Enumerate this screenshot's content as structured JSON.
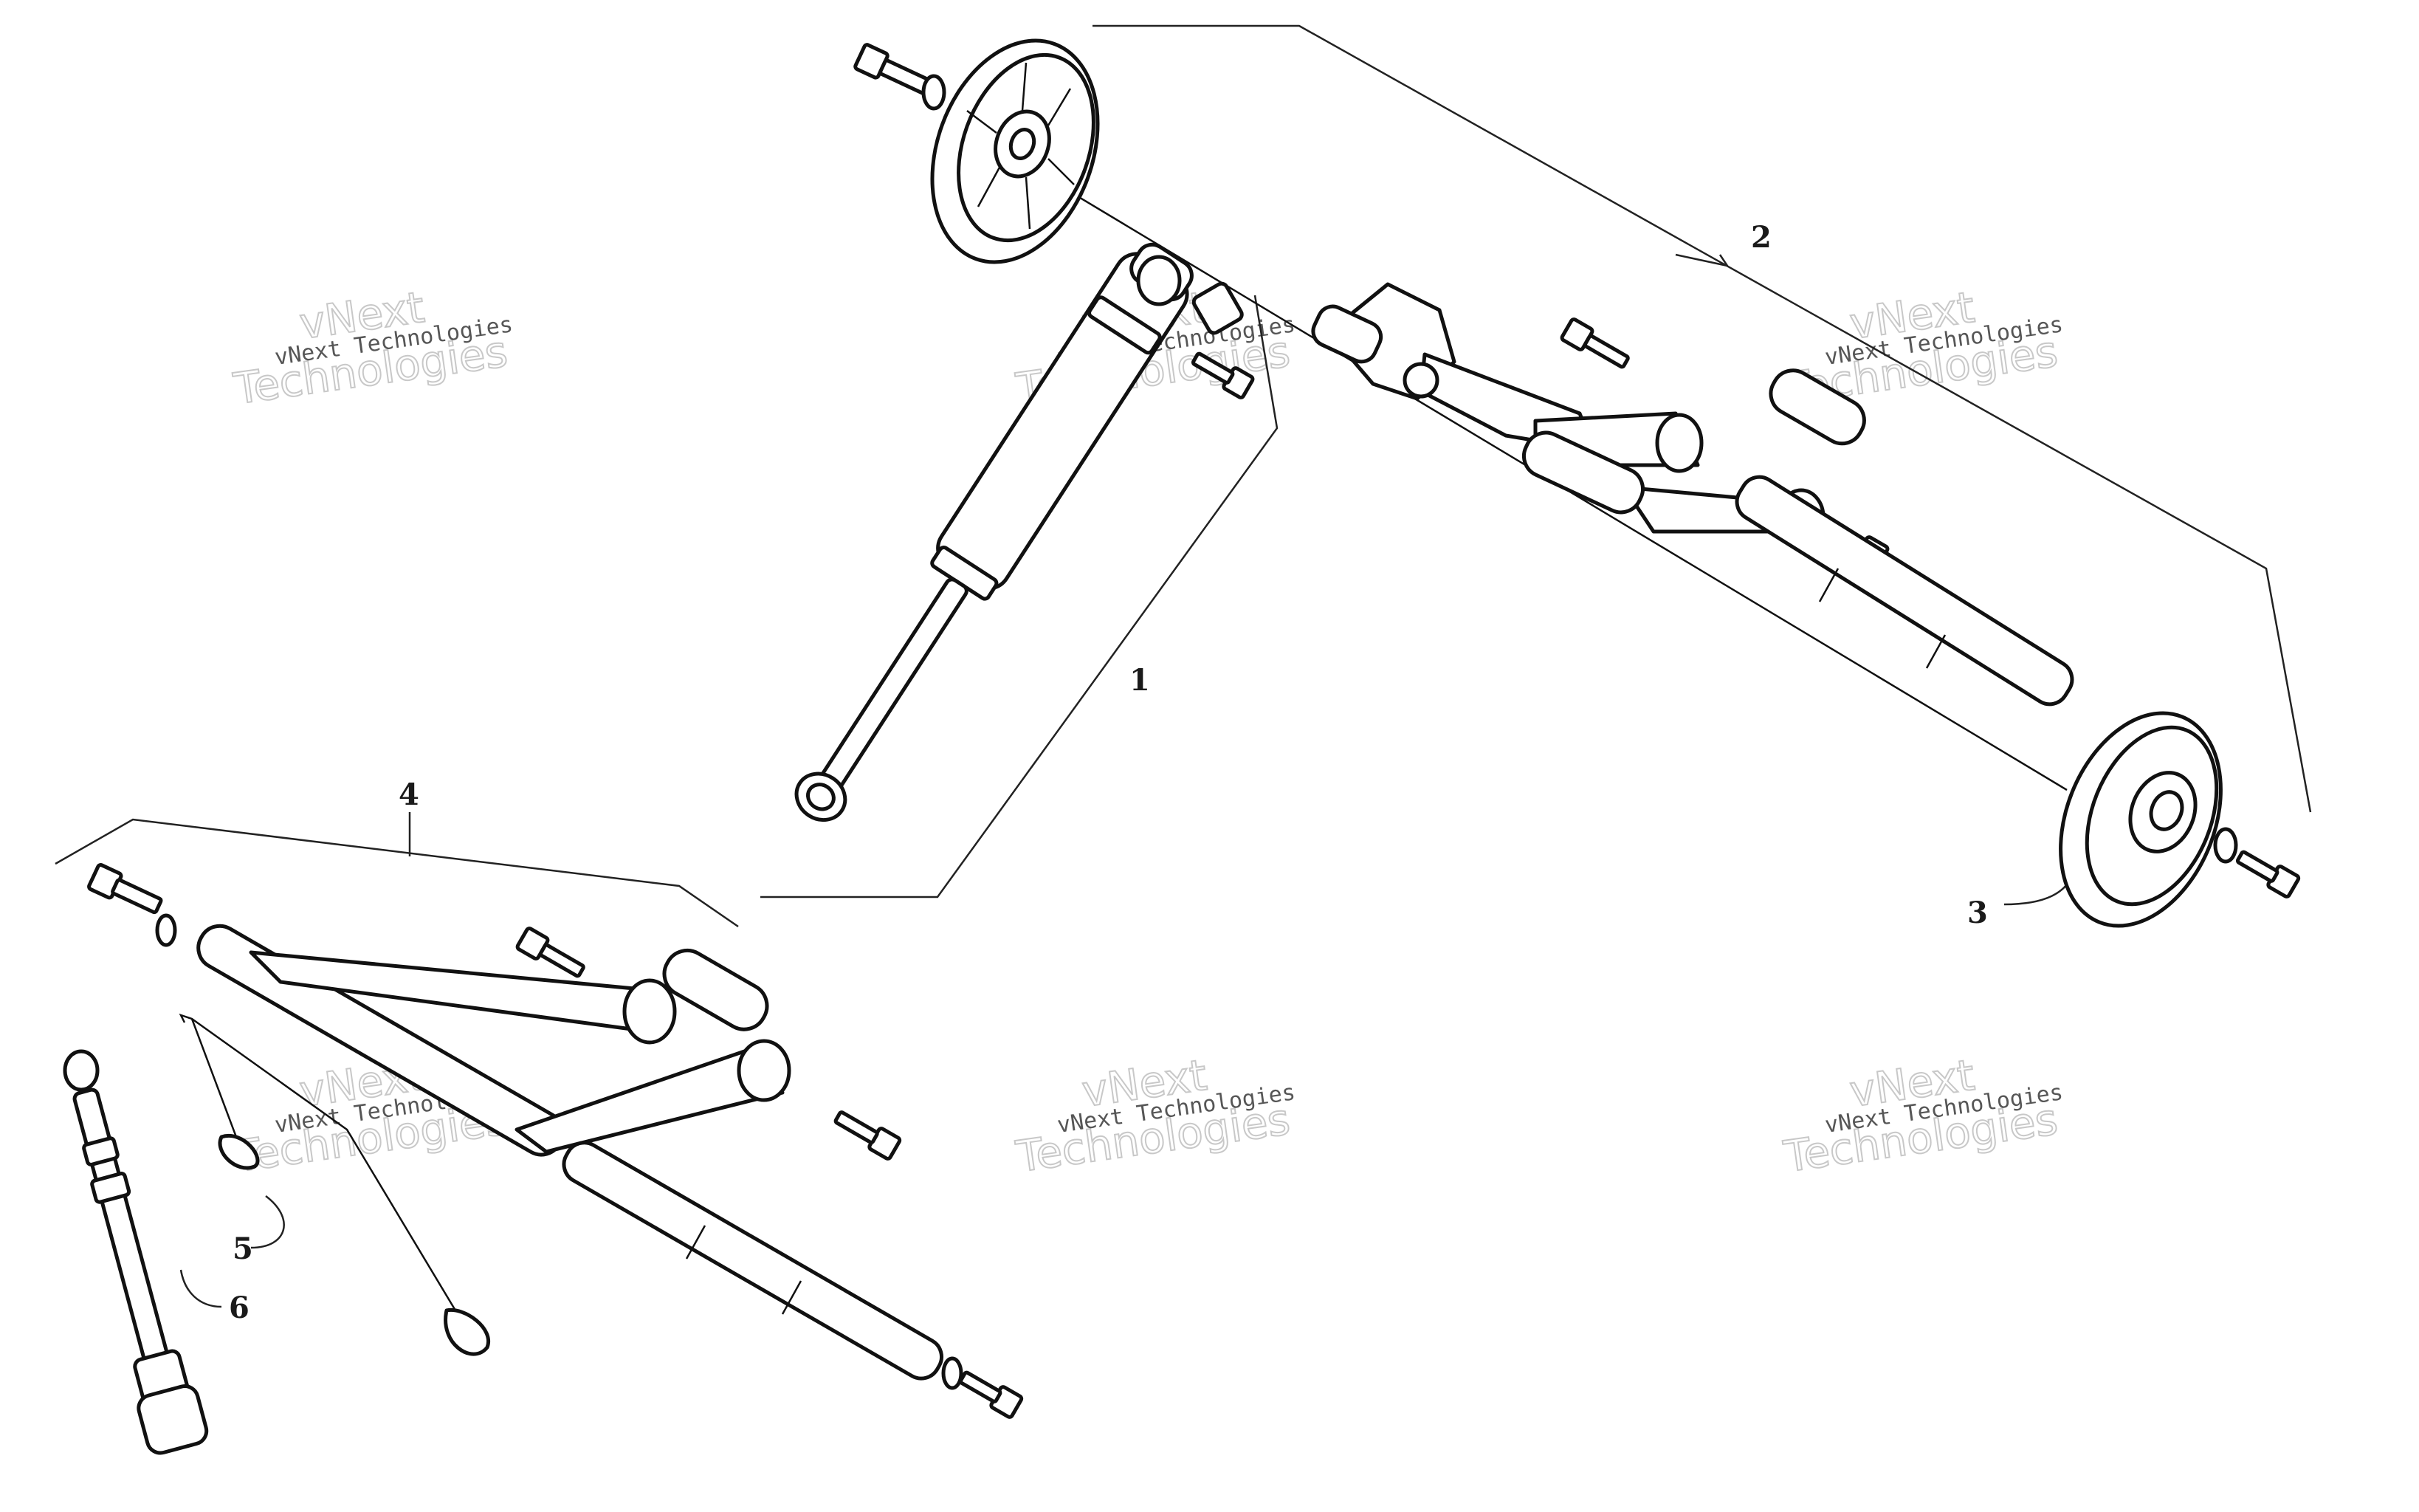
{
  "callouts": [
    {
      "id": "1",
      "label": "1"
    },
    {
      "id": "2",
      "label": "2"
    },
    {
      "id": "3",
      "label": "3"
    },
    {
      "id": "4",
      "label": "4"
    },
    {
      "id": "5",
      "label": "5"
    },
    {
      "id": "6",
      "label": "6"
    }
  ],
  "watermark": {
    "line1": "vNext",
    "line2": "Technologies",
    "full": "vNext Technologies"
  },
  "colors": {
    "ink": "#111111",
    "watermark": "#bbbbbb",
    "background": "#ffffff"
  }
}
